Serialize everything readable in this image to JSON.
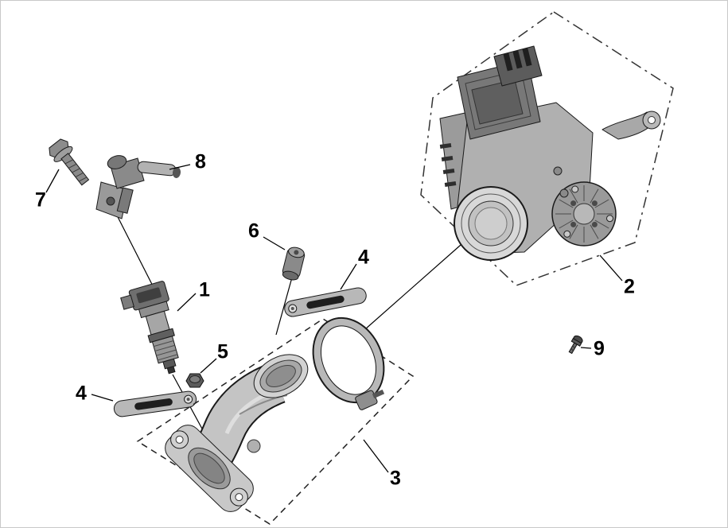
{
  "diagram": {
    "kind": "exploded-parts-diagram",
    "background": "#ffffff",
    "outline_color": "#1a1a1a",
    "leader_color": "#000000",
    "part_gray_light": "#c8c8c8",
    "part_gray_mid": "#9a9a9a",
    "part_gray_dark": "#5a5a5a",
    "callouts": [
      {
        "label": "1"
      },
      {
        "label": "2"
      },
      {
        "label": "3"
      },
      {
        "label": "4"
      },
      {
        "label": "4"
      },
      {
        "label": "5"
      },
      {
        "label": "6"
      },
      {
        "label": "7"
      },
      {
        "label": "8"
      },
      {
        "label": "9"
      }
    ]
  }
}
